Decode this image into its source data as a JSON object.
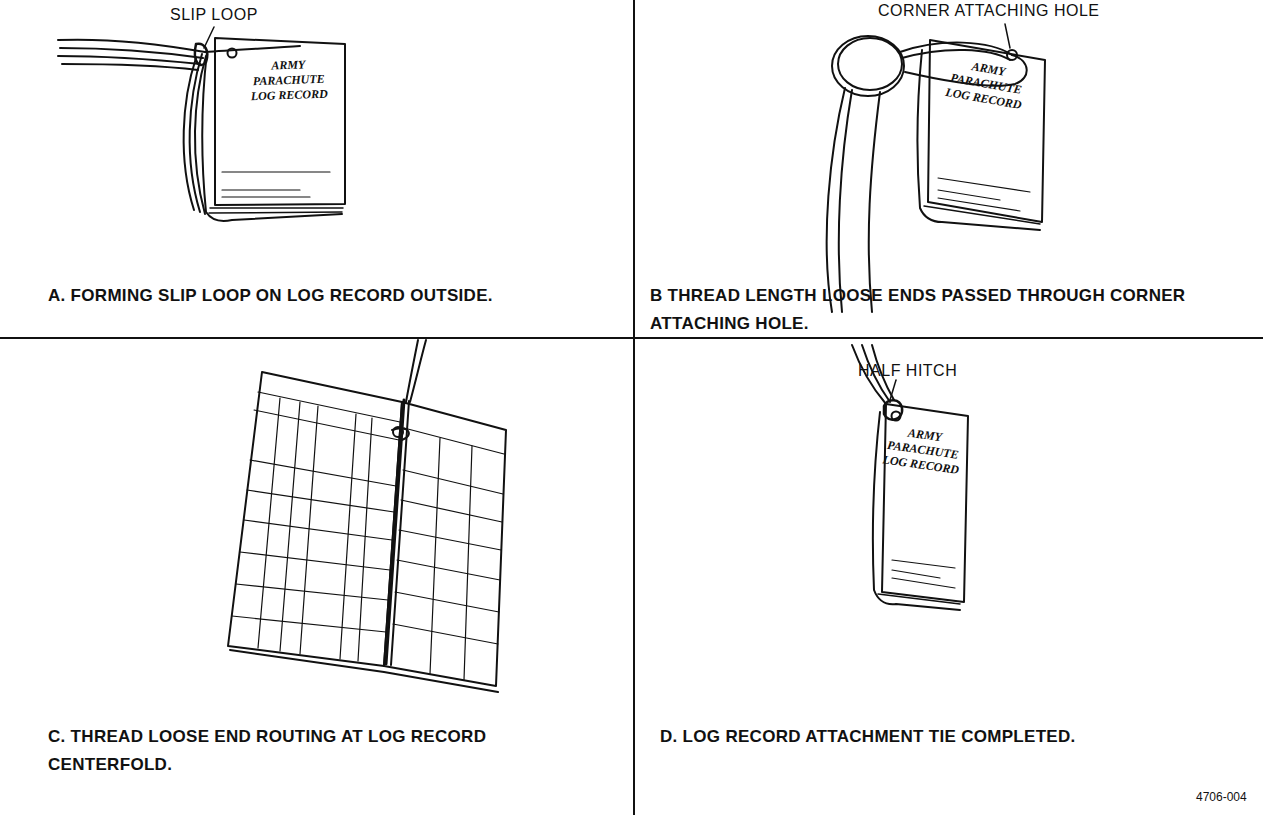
{
  "diagram": {
    "labels": [
      "SLIP LOOP",
      "ARMY PARACHUTE LOG RECORD",
      "A. FORMING SLIP LOOP ON LOG RECORD OUTSIDE.",
      "CORNER ATTACHING HOLE",
      "ARMY PARACHUTE LOG RECORD",
      "B THREAD LENGTH LOOSE ENDS PASSED THROUGH CORNER ATTACHING HOLE.",
      "C. THREAD LOOSE END ROUTING AT LOG RECORD CENTERFOLD.",
      "HALF HITCH",
      "ARMY PARACHUTE LOG RECORD",
      "D. LOG RECORD ATTACHMENT TIE COMPLETED.",
      "4706-004"
    ]
  }
}
